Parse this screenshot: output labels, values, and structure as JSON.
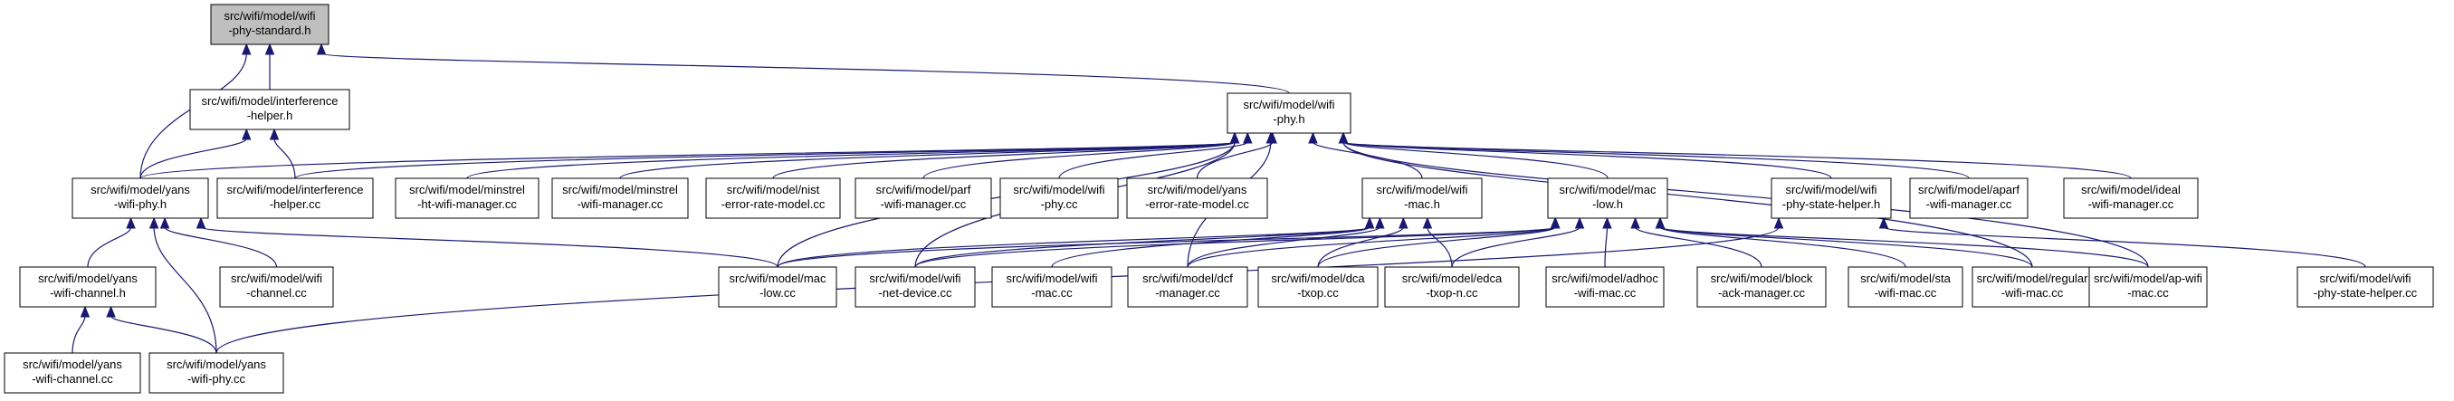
{
  "colors": {
    "edge": "#191970",
    "highlight": "#bfbfbf",
    "node_border": "#000000",
    "background": "#ffffff"
  },
  "nodes": [
    {
      "id": "std",
      "lines": [
        "src/wifi/model/wifi",
        "-phy-standard.h"
      ],
      "highlight": true
    },
    {
      "id": "interf_h",
      "lines": [
        "src/wifi/model/interference",
        "-helper.h"
      ]
    },
    {
      "id": "wifiphy_h",
      "lines": [
        "src/wifi/model/wifi",
        "-phy.h"
      ]
    },
    {
      "id": "yansphy_h",
      "lines": [
        "src/wifi/model/yans",
        "-wifi-phy.h"
      ]
    },
    {
      "id": "interf_cc",
      "lines": [
        "src/wifi/model/interference",
        "-helper.cc"
      ]
    },
    {
      "id": "minstrel_ht",
      "lines": [
        "src/wifi/model/minstrel",
        "-ht-wifi-manager.cc"
      ]
    },
    {
      "id": "minstrel",
      "lines": [
        "src/wifi/model/minstrel",
        "-wifi-manager.cc"
      ]
    },
    {
      "id": "nist",
      "lines": [
        "src/wifi/model/nist",
        "-error-rate-model.cc"
      ]
    },
    {
      "id": "parf",
      "lines": [
        "src/wifi/model/parf",
        "-wifi-manager.cc"
      ]
    },
    {
      "id": "wifiphy_cc",
      "lines": [
        "src/wifi/model/wifi",
        "-phy.cc"
      ]
    },
    {
      "id": "yans_err",
      "lines": [
        "src/wifi/model/yans",
        "-error-rate-model.cc"
      ]
    },
    {
      "id": "wifimac_h",
      "lines": [
        "src/wifi/model/wifi",
        "-mac.h"
      ]
    },
    {
      "id": "maclow_h",
      "lines": [
        "src/wifi/model/mac",
        "-low.h"
      ]
    },
    {
      "id": "psh_h",
      "lines": [
        "src/wifi/model/wifi",
        "-phy-state-helper.h"
      ]
    },
    {
      "id": "aparf",
      "lines": [
        "src/wifi/model/aparf",
        "-wifi-manager.cc"
      ]
    },
    {
      "id": "ideal",
      "lines": [
        "src/wifi/model/ideal",
        "-wifi-manager.cc"
      ]
    },
    {
      "id": "yanschan_h",
      "lines": [
        "src/wifi/model/yans",
        "-wifi-channel.h"
      ]
    },
    {
      "id": "wifichan_cc",
      "lines": [
        "src/wifi/model/wifi",
        "-channel.cc"
      ]
    },
    {
      "id": "maclow_cc",
      "lines": [
        "src/wifi/model/mac",
        "-low.cc"
      ]
    },
    {
      "id": "netdev",
      "lines": [
        "src/wifi/model/wifi",
        "-net-device.cc"
      ]
    },
    {
      "id": "wifimac_cc",
      "lines": [
        "src/wifi/model/wifi",
        "-mac.cc"
      ]
    },
    {
      "id": "dcf",
      "lines": [
        "src/wifi/model/dcf",
        "-manager.cc"
      ]
    },
    {
      "id": "dca",
      "lines": [
        "src/wifi/model/dca",
        "-txop.cc"
      ]
    },
    {
      "id": "edca",
      "lines": [
        "src/wifi/model/edca",
        "-txop-n.cc"
      ]
    },
    {
      "id": "adhoc",
      "lines": [
        "src/wifi/model/adhoc",
        "-wifi-mac.cc"
      ]
    },
    {
      "id": "block",
      "lines": [
        "src/wifi/model/block",
        "-ack-manager.cc"
      ]
    },
    {
      "id": "sta",
      "lines": [
        "src/wifi/model/sta",
        "-wifi-mac.cc"
      ]
    },
    {
      "id": "regular",
      "lines": [
        "src/wifi/model/regular",
        "-wifi-mac.cc"
      ]
    },
    {
      "id": "apwifi",
      "lines": [
        "src/wifi/model/ap-wifi",
        "-mac.cc"
      ]
    },
    {
      "id": "psh_cc",
      "lines": [
        "src/wifi/model/wifi",
        "-phy-state-helper.cc"
      ]
    },
    {
      "id": "yanschan_cc",
      "lines": [
        "src/wifi/model/yans",
        "-wifi-channel.cc"
      ]
    },
    {
      "id": "yansphy_cc",
      "lines": [
        "src/wifi/model/yans",
        "-wifi-phy.cc"
      ]
    }
  ],
  "edges": [
    [
      "interf_h",
      "std"
    ],
    [
      "wifiphy_h",
      "std"
    ],
    [
      "yansphy_h",
      "std"
    ],
    [
      "yansphy_h",
      "interf_h"
    ],
    [
      "interf_cc",
      "interf_h"
    ],
    [
      "yansphy_h",
      "wifiphy_h"
    ],
    [
      "interf_cc",
      "wifiphy_h"
    ],
    [
      "minstrel_ht",
      "wifiphy_h"
    ],
    [
      "minstrel",
      "wifiphy_h"
    ],
    [
      "nist",
      "wifiphy_h"
    ],
    [
      "parf",
      "wifiphy_h"
    ],
    [
      "wifiphy_cc",
      "wifiphy_h"
    ],
    [
      "yans_err",
      "wifiphy_h"
    ],
    [
      "wifimac_h",
      "wifiphy_h"
    ],
    [
      "maclow_h",
      "wifiphy_h"
    ],
    [
      "psh_h",
      "wifiphy_h"
    ],
    [
      "aparf",
      "wifiphy_h"
    ],
    [
      "ideal",
      "wifiphy_h"
    ],
    [
      "maclow_cc",
      "wifiphy_h"
    ],
    [
      "netdev",
      "wifiphy_h"
    ],
    [
      "dcf",
      "wifiphy_h"
    ],
    [
      "regular",
      "wifiphy_h"
    ],
    [
      "apwifi",
      "wifiphy_h"
    ],
    [
      "yanschan_h",
      "yansphy_h"
    ],
    [
      "wifichan_cc",
      "yansphy_h"
    ],
    [
      "maclow_cc",
      "yansphy_h"
    ],
    [
      "yansphy_cc",
      "yansphy_h"
    ],
    [
      "yanschan_cc",
      "yanschan_h"
    ],
    [
      "yansphy_cc",
      "yanschan_h"
    ],
    [
      "maclow_cc",
      "wifimac_h"
    ],
    [
      "netdev",
      "wifimac_h"
    ],
    [
      "wifimac_cc",
      "wifimac_h"
    ],
    [
      "dcf",
      "wifimac_h"
    ],
    [
      "dca",
      "wifimac_h"
    ],
    [
      "edca",
      "wifimac_h"
    ],
    [
      "maclow_cc",
      "maclow_h"
    ],
    [
      "netdev",
      "maclow_h"
    ],
    [
      "dcf",
      "maclow_h"
    ],
    [
      "dca",
      "maclow_h"
    ],
    [
      "edca",
      "maclow_h"
    ],
    [
      "adhoc",
      "maclow_h"
    ],
    [
      "block",
      "maclow_h"
    ],
    [
      "sta",
      "maclow_h"
    ],
    [
      "regular",
      "maclow_h"
    ],
    [
      "apwifi",
      "maclow_h"
    ],
    [
      "psh_cc",
      "psh_h"
    ],
    [
      "yansphy_cc",
      "psh_h"
    ]
  ]
}
